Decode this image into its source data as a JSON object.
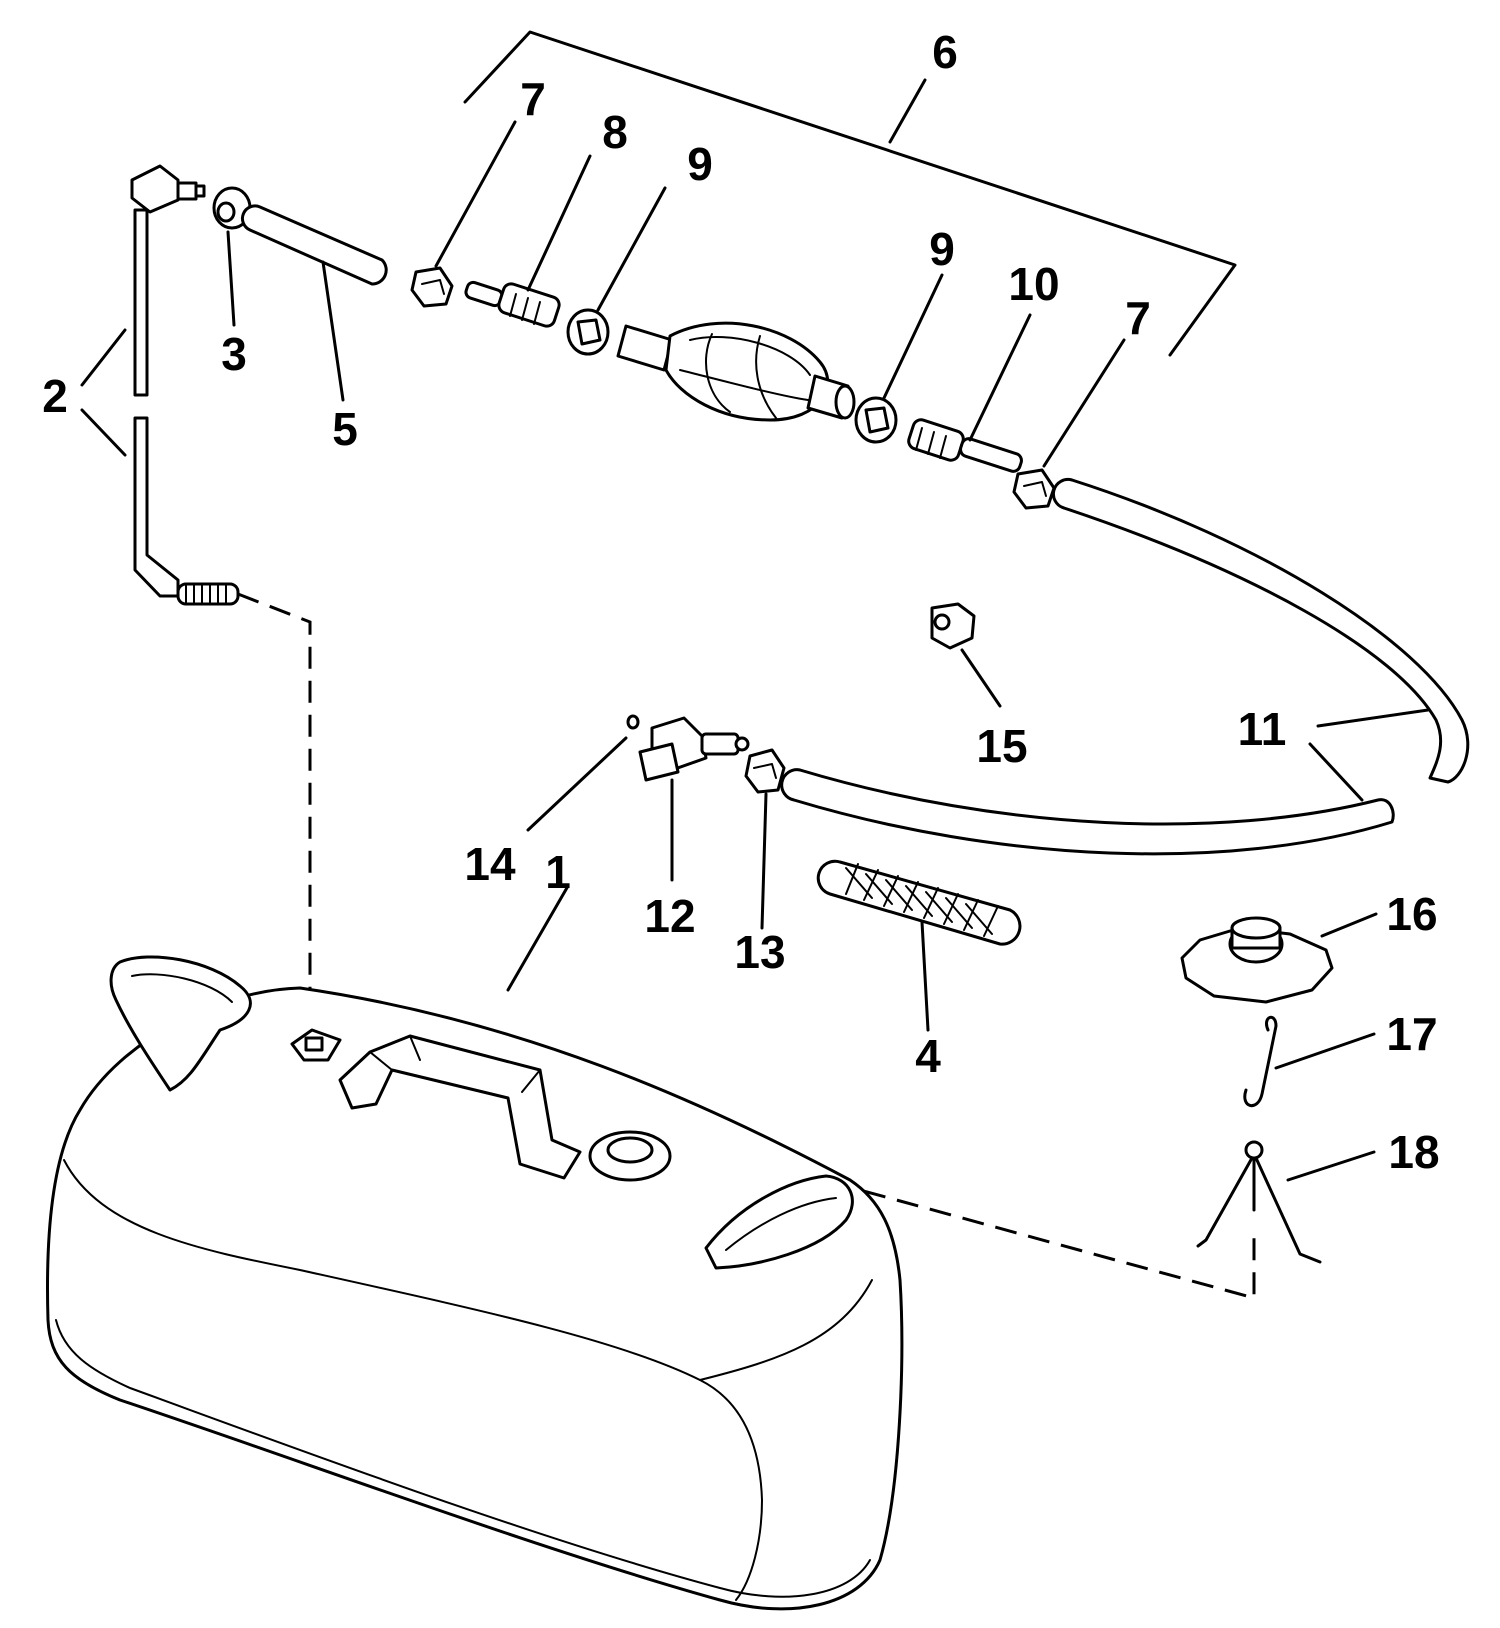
{
  "callouts": [
    {
      "id": "1",
      "text": "1"
    },
    {
      "id": "2",
      "text": "2"
    },
    {
      "id": "3",
      "text": "3"
    },
    {
      "id": "4",
      "text": "4"
    },
    {
      "id": "5",
      "text": "5"
    },
    {
      "id": "6",
      "text": "6"
    },
    {
      "id": "7a",
      "text": "7"
    },
    {
      "id": "8",
      "text": "8"
    },
    {
      "id": "9a",
      "text": "9"
    },
    {
      "id": "9b",
      "text": "9"
    },
    {
      "id": "10",
      "text": "10"
    },
    {
      "id": "7b",
      "text": "7"
    },
    {
      "id": "11",
      "text": "11"
    },
    {
      "id": "12",
      "text": "12"
    },
    {
      "id": "13",
      "text": "13"
    },
    {
      "id": "14",
      "text": "14"
    },
    {
      "id": "15",
      "text": "15"
    },
    {
      "id": "16",
      "text": "16"
    },
    {
      "id": "17",
      "text": "17"
    },
    {
      "id": "18",
      "text": "18"
    }
  ]
}
